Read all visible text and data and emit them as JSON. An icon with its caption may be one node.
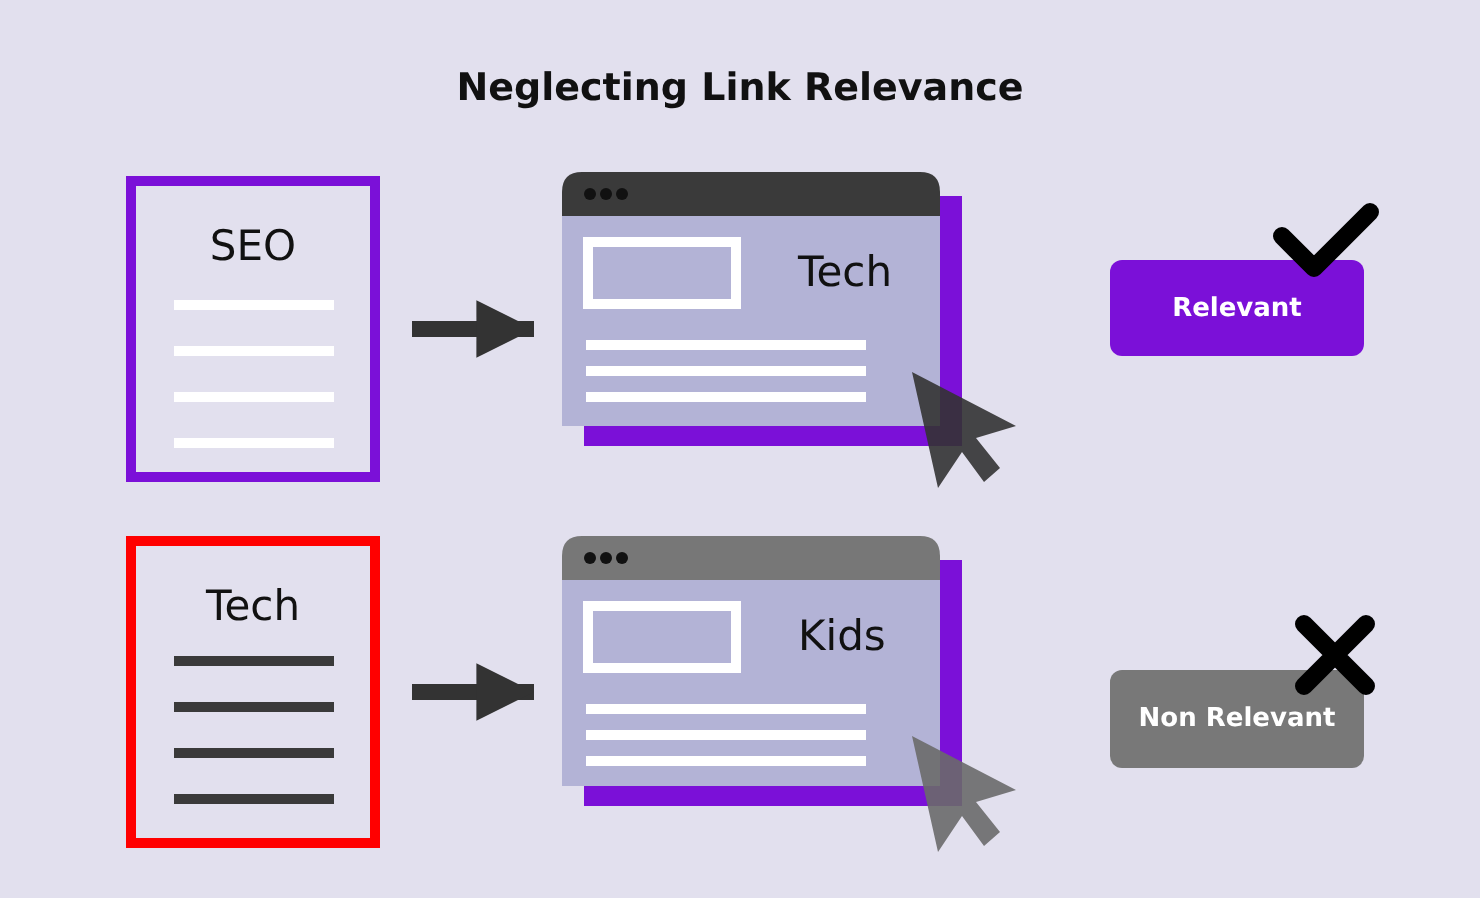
{
  "diagram": {
    "title": "Neglecting Link Relevance",
    "nodes": [
      {
        "text": [
          "SEO"
        ]
      },
      {
        "text": [
          "Tech"
        ]
      },
      {
        "text": [
          "Relevant"
        ]
      },
      {
        "text": [
          "Tech"
        ]
      },
      {
        "text": [
          "Kids"
        ]
      },
      {
        "text": [
          "Non Relevant"
        ]
      }
    ],
    "edges": [
      {
        "from": 0,
        "to": 1,
        "arrow": "to"
      },
      {
        "from": 3,
        "to": 4,
        "arrow": "to"
      }
    ]
  }
}
